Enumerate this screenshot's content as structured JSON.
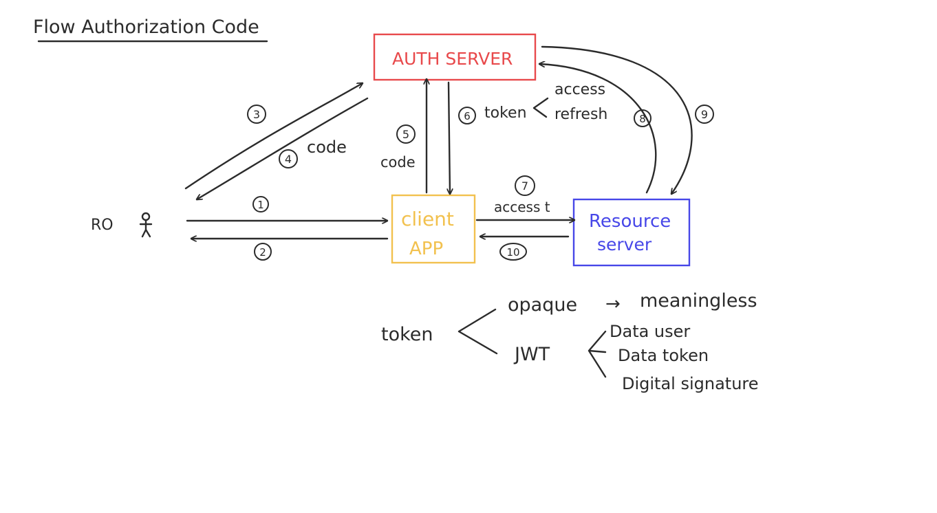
{
  "title": "Flow Authorization Code",
  "nodes": {
    "auth_server": {
      "label": "AUTH SERVER",
      "color": "#e8494b"
    },
    "client_app": {
      "line1": "client",
      "line2": "APP",
      "color": "#f2c14e"
    },
    "resource_server": {
      "line1": "Resource",
      "line2": "server",
      "color": "#4747e8"
    },
    "resource_owner": {
      "label": "RO"
    }
  },
  "steps": {
    "s1": "1",
    "s2": "2",
    "s3": "3",
    "s4": "4",
    "s5": "5",
    "s6": "6",
    "s7": "7",
    "s8": "8",
    "s9": "9",
    "s10": "10"
  },
  "labels": {
    "code_4": "code",
    "code_5": "code",
    "token_6": "token",
    "access": "access",
    "refresh": "refresh",
    "access_t": "access t"
  },
  "token_tree": {
    "root": "token",
    "opaque": "opaque",
    "arrow": "→",
    "meaningless": "meaningless",
    "jwt": "JWT",
    "jwt_items": [
      "Data user",
      "Data token",
      "Digital signature"
    ]
  }
}
